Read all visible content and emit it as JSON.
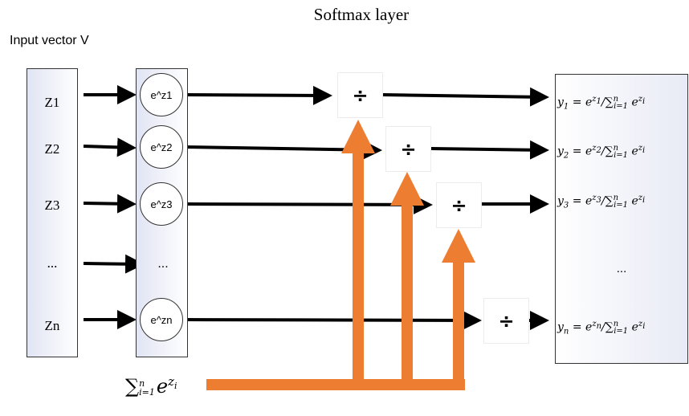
{
  "title": "Softmax layer",
  "input_label": "Input vector V",
  "inputs": [
    "Z1",
    "Z2",
    "Z3",
    "...",
    "Zn"
  ],
  "exp_nodes": [
    "e^z1",
    "e^z2",
    "e^z3",
    "e^zn"
  ],
  "exp_ellipsis": "...",
  "divide_symbol": "÷",
  "outputs": [
    {
      "y": "y",
      "y_sub": "1",
      "e": "e",
      "z": "z",
      "z_sub": "1",
      "sum": "∑",
      "n": "n",
      "i1": "i=1",
      "tail": "e",
      "tail_z": "z",
      "tail_sub": "i"
    },
    {
      "y": "y",
      "y_sub": "2",
      "e": "e",
      "z": "z",
      "z_sub": "2",
      "sum": "∑",
      "n": "n",
      "i1": "i=1",
      "tail": "e",
      "tail_z": "z",
      "tail_sub": "i"
    },
    {
      "y": "y",
      "y_sub": "3",
      "e": "e",
      "z": "z",
      "z_sub": "3",
      "sum": "∑",
      "n": "n",
      "i1": "i=1",
      "tail": "e",
      "tail_z": "z",
      "tail_sub": "i"
    },
    {
      "y": "y",
      "y_sub": "n",
      "e": "e",
      "z": "z",
      "z_sub": "n",
      "sum": "∑",
      "n": "n",
      "i1": "i=1",
      "tail": "e",
      "tail_z": "z",
      "tail_sub": "i"
    }
  ],
  "output_ellipsis": "...",
  "sum_label": {
    "sum": "∑",
    "upper": "n",
    "lower": "i=1",
    "e": "e",
    "z": "z",
    "sub": "i"
  },
  "colors": {
    "bus": "#ed7d31",
    "arrow": "#000000",
    "box_tint": "#e1e4f3"
  }
}
